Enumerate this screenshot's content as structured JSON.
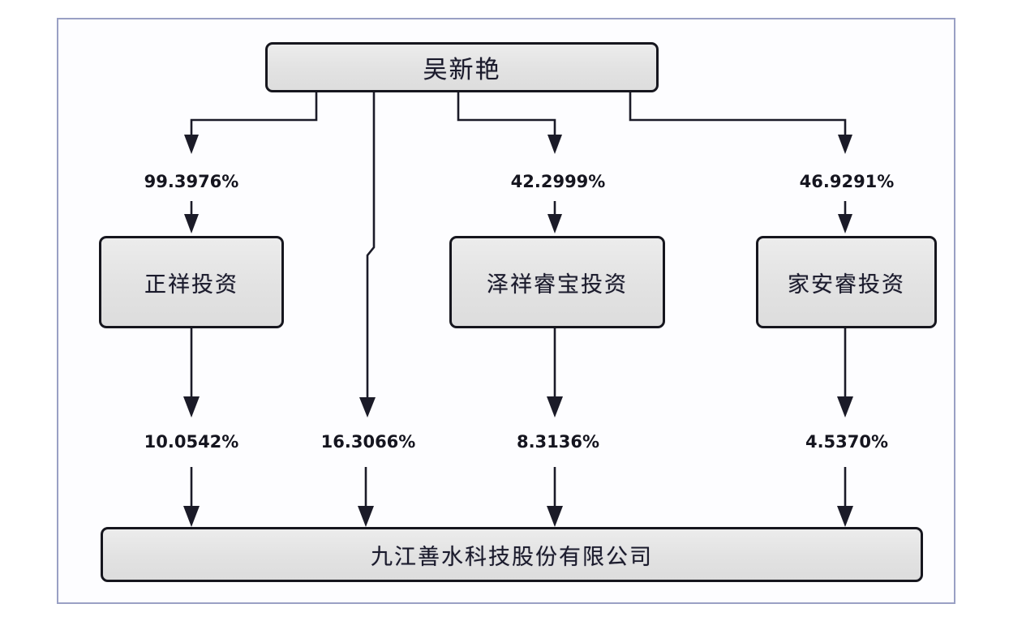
{
  "diagram": {
    "title_node": {
      "label": "吴新艳"
    },
    "intermediate_nodes": [
      {
        "label": "正祥投资"
      },
      {
        "label": "泽祥睿宝投资"
      },
      {
        "label": "家安睿投资"
      }
    ],
    "bottom_node": {
      "label": "九江善水科技股份有限公司"
    },
    "upper_percentages": [
      {
        "value": "99.3976%"
      },
      {
        "value": "42.2999%"
      },
      {
        "value": "46.9291%"
      }
    ],
    "lower_percentages": [
      {
        "value": "10.0542%"
      },
      {
        "value": "16.3066%"
      },
      {
        "value": "8.3136%"
      },
      {
        "value": "4.5370%"
      }
    ],
    "colors": {
      "frame_border": "#9aa0c4",
      "node_border": "#16161e",
      "node_fill": "#e3e3e3",
      "wire": "#1b1b28",
      "text": "#1a1a2b"
    }
  }
}
